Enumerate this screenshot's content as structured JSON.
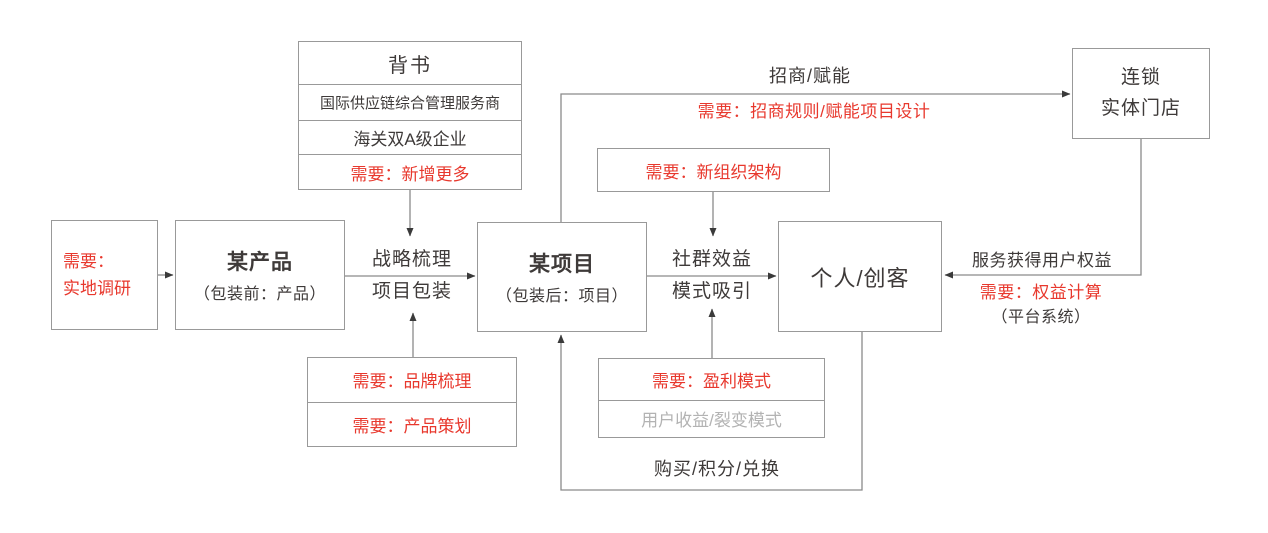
{
  "colors": {
    "red": "#e8382d",
    "dark": "#3e3a39",
    "muted": "#b3b3b3",
    "border": "#999999",
    "line": "#8a8a8a",
    "head": "#3a3a3a"
  },
  "backing_box": {
    "title": "背书",
    "row_supply": "国际供应链综合管理服务商",
    "row_customs": "海关双A级企业",
    "row_need": "需要：新增更多"
  },
  "research_box": {
    "line1": "需要：",
    "line2": "实地调研"
  },
  "product_box": {
    "title": "某产品",
    "subtitle": "（包装前：产品）"
  },
  "project_box": {
    "title": "某项目",
    "subtitle": "（包装后：项目）"
  },
  "person_box": {
    "title": "个人/创客"
  },
  "store_box": {
    "line1": "连锁",
    "line2": "实体门店"
  },
  "org_box": {
    "label": "需要：新组织架构"
  },
  "brand_box": {
    "row1": "需要：品牌梳理",
    "row2": "需要：产品策划"
  },
  "profit_box": {
    "row1": "需要：盈利模式",
    "row2": "用户收益/裂变模式"
  },
  "flow_labels": {
    "strategy_line1": "战略梳理",
    "strategy_line2": "项目包装",
    "community_line1": "社群效益",
    "community_line2": "模式吸引",
    "invest": "招商/赋能",
    "invest_need": "需要：招商规则/赋能项目设计",
    "service": "服务获得用户权益",
    "service_need": "需要：权益计算",
    "service_sub": "（平台系统）",
    "purchase": "购买/积分/兑换"
  }
}
